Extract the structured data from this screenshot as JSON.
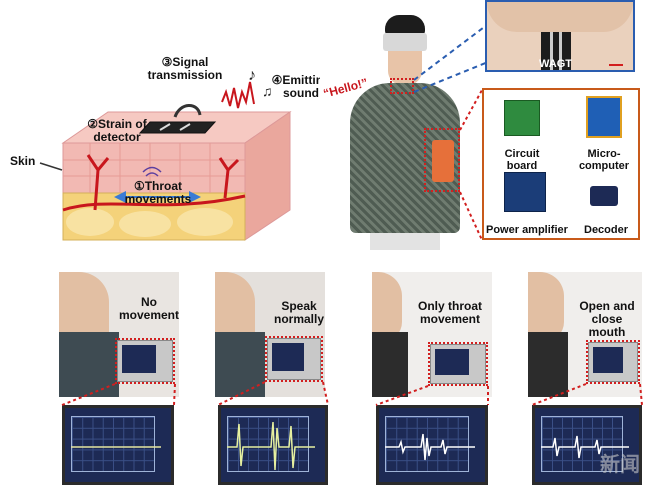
{
  "colors": {
    "accent_red": "#d21f1f",
    "skin_pink": "#f2b9b3",
    "fat_yellow": "#f4d27a",
    "scope_blue": "#1d2a55"
  },
  "diagram": {
    "skin_label": "Skin",
    "step2": "②Strain of detector",
    "step3": "③Signal transmission",
    "step4": "④Emitting sound",
    "step1": "①Throat movements",
    "hello": "“Hello!”"
  },
  "photo": {
    "wagt": "WAGT",
    "circuit_board": "Circuit board",
    "micro_computer": "Micro-computer",
    "power_amplifier": "Power amplifier",
    "decoder": "Decoder"
  },
  "bottom_panels": [
    {
      "label": "No movement"
    },
    {
      "label": "Speak normally"
    },
    {
      "label": "Only throat movement"
    },
    {
      "label": "Open and close mouth"
    }
  ],
  "watermark": "新闻"
}
